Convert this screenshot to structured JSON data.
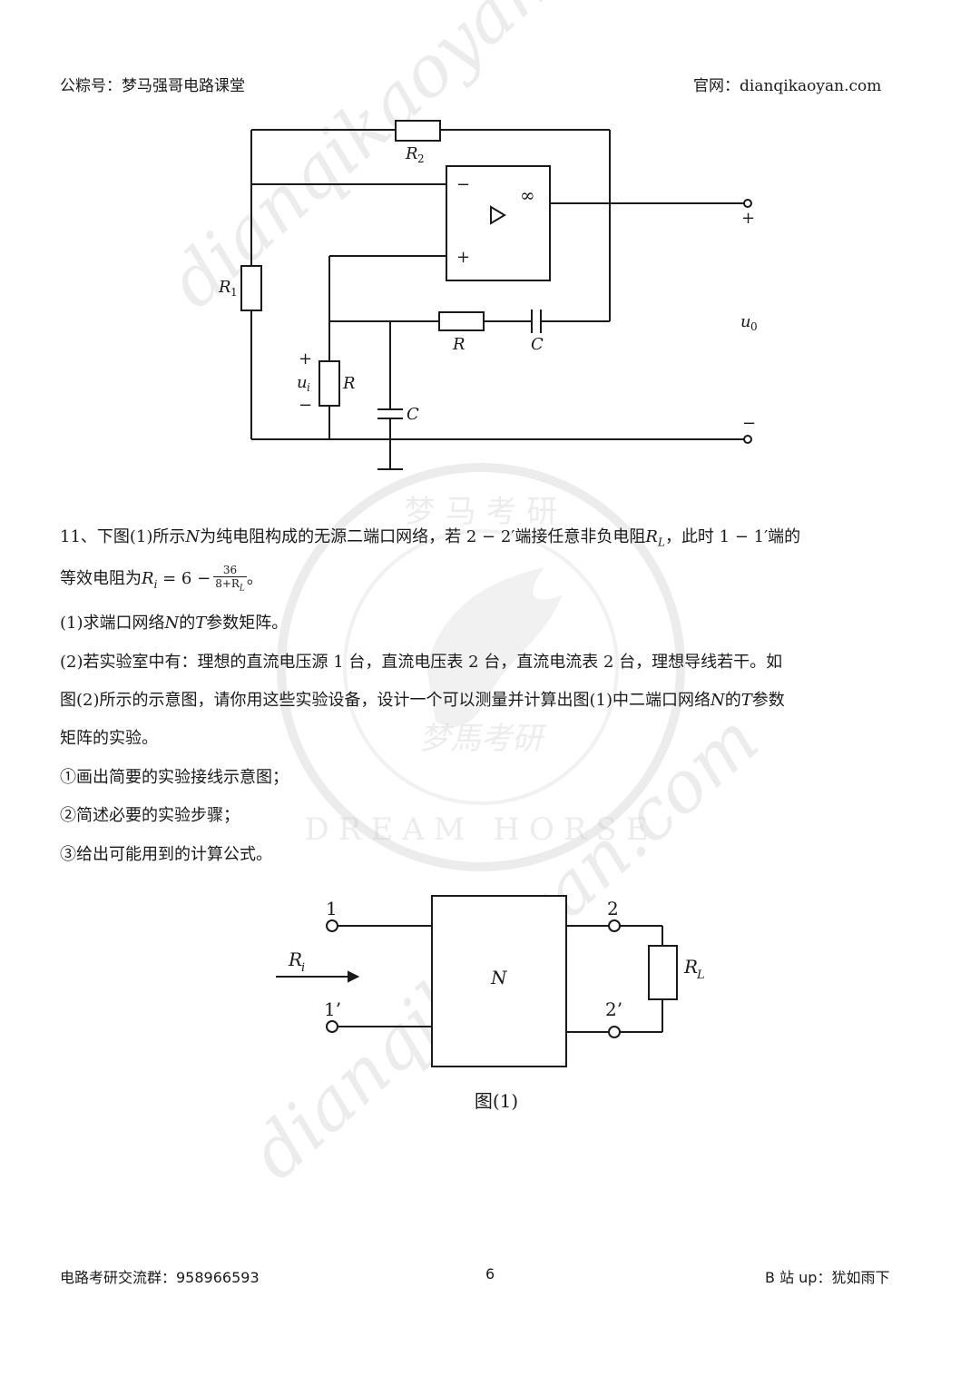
{
  "header": {
    "left": "公粽号：梦马强哥电路课堂",
    "right": "官网：dianqikaoyan.com"
  },
  "circuit1": {
    "r2": "R",
    "r2_sub": "2",
    "r1": "R",
    "r1_sub": "1",
    "r_feedback": "R",
    "c_feedback": "C",
    "r_input": "R",
    "c_ground": "C",
    "minus": "−",
    "plus": "+",
    "inf": "∞",
    "ui": "u",
    "ui_sub": "i",
    "ui_plus": "+",
    "ui_minus": "−",
    "uo": "u",
    "uo_sub": "0",
    "uo_plus": "+",
    "uo_minus": "−"
  },
  "problem": {
    "line1_a": "11、下图(1)所示",
    "line1_N": "N",
    "line1_b": "为纯电阻构成的无源二端口网络，若 2 − 2′端接任意非负电阻",
    "line1_RL": "R",
    "line1_RL_sub": "L",
    "line1_c": "，此时 1 − 1′端的",
    "line2_a": "等效电阻为",
    "line2_Ri": "R",
    "line2_Ri_sub": "i",
    "line2_b": " = 6 −",
    "frac_num": "36",
    "frac_den": "8+R",
    "frac_den_sub": "L",
    "line2_c": "。",
    "q1_a": "(1)求端口网络",
    "q1_N": "N",
    "q1_b": "的",
    "q1_T": "T",
    "q1_c": "参数矩阵。",
    "q2_line1": "(2)若实验室中有：理想的直流电压源 1 台，直流电压表 2 台，直流电流表 2 台，理想导线若干。如",
    "q2_line2_a": "图(2)所示的示意图，请你用这些实验设备，设计一个可以测量并计算出图(1)中二端口网络",
    "q2_line2_N": "N",
    "q2_line2_b": "的",
    "q2_line2_T": "T",
    "q2_line2_c": "参数",
    "q2_line3": "矩阵的实验。",
    "step1": "①画出简要的实验接线示意图；",
    "step2": "②简述必要的实验步骤；",
    "step3": "③给出可能用到的计算公式。"
  },
  "figure1": {
    "port1": "1",
    "port1p": "1’",
    "port2": "2",
    "port2p": "2’",
    "network": "N",
    "ri": "R",
    "ri_sub": "i",
    "rl": "R",
    "rl_sub": "L",
    "caption": "图(1)"
  },
  "footer": {
    "left": "电路考研交流群：958966593",
    "page": "6",
    "right": "B 站 up：犹如雨下"
  },
  "watermarks": {
    "upper": "dianqikaoyan.com",
    "lower": "dianqikaoyan.com",
    "seal_top": "梦 马 考 研",
    "seal_center": "梦馬考研",
    "seal_ring": "DREAM HORSE"
  }
}
